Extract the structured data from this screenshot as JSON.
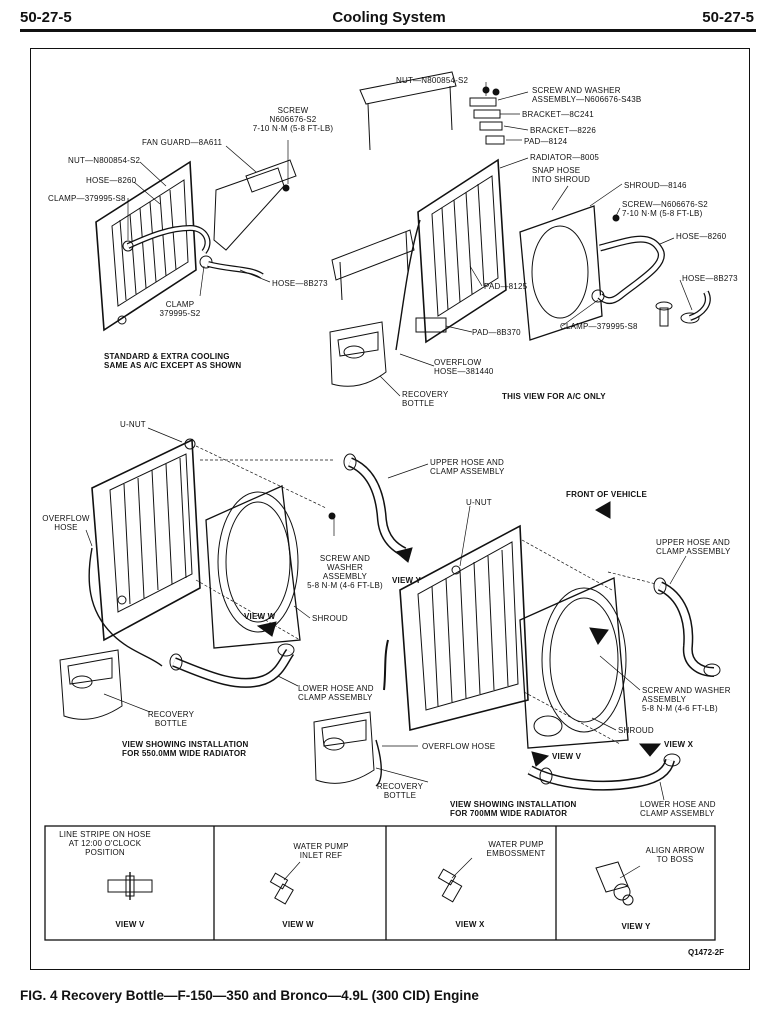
{
  "header": {
    "page_left": "50-27-5",
    "title": "Cooling System",
    "page_right": "50-27-5"
  },
  "top_left_labels": {
    "screw": "SCREW\nN606676-S2\n7-10 N·m (5-8 FT-LB)",
    "fan_guard": "FAN GUARD—8A611",
    "nut": "NUT—N800854-S2",
    "hose_8260": "HOSE—8260",
    "clamp_top": "CLAMP—379995-S8",
    "hose_8b273": "HOSE—8B273",
    "clamp_bottom": "CLAMP\n379995-S2",
    "note": "STANDARD & EXTRA COOLING\nSAME AS A/C EXCEPT AS SHOWN"
  },
  "top_right_labels": {
    "nut": "NUT—N800854-S2",
    "screw_washer": "SCREW AND WASHER\nASSEMBLY—N606676-S43B",
    "bracket_8c241": "BRACKET—8C241",
    "bracket_8226": "BRACKET—8226",
    "pad_8124": "PAD—8124",
    "radiator": "RADIATOR—8005",
    "snap_hose": "SNAP HOSE\nINTO SHROUD",
    "shroud": "SHROUD—8146",
    "screw": "SCREW—N606676-S2\n7-10 N·m (5-8 FT-LB)",
    "hose_8260": "HOSE—8260",
    "hose_8b273": "HOSE—8B273",
    "pad_8125": "PAD—8125",
    "clamp": "CLAMP—379995-S8",
    "pad_8b370": "PAD—8B370",
    "overflow_hose": "OVERFLOW\nHOSE—381440",
    "recovery_bottle": "RECOVERY\nBOTTLE",
    "view_note": "THIS VIEW FOR A/C ONLY"
  },
  "middle_left_labels": {
    "u_nut": "U-NUT",
    "upper_hose": "UPPER HOSE AND\nCLAMP ASSEMBLY",
    "overflow_hose": "OVERFLOW\nHOSE",
    "screw_washer": "SCREW AND\nWASHER\nASSEMBLY\n5-8 N·m (4-6 FT-LB)",
    "view_y": "VIEW Y",
    "view_w": "VIEW W",
    "shroud": "SHROUD",
    "lower_hose": "LOWER HOSE AND\nCLAMP ASSEMBLY",
    "recovery_bottle": "RECOVERY\nBOTTLE",
    "installation": "VIEW SHOWING INSTALLATION\nFOR 550.0mm WIDE RADIATOR"
  },
  "middle_right_labels": {
    "front_of_vehicle": "FRONT OF VEHICLE",
    "u_nut": "U-NUT",
    "upper_hose": "UPPER HOSE AND\nCLAMP ASSEMBLY",
    "screw_washer": "SCREW AND WASHER\nASSEMBLY\n5-8 N·m (4-6 FT-LB)",
    "shroud": "SHROUD",
    "overflow_hose": "OVERFLOW HOSE",
    "view_v": "VIEW V",
    "view_x": "VIEW X",
    "recovery_bottle": "RECOVERY\nBOTTLE",
    "installation": "VIEW SHOWING INSTALLATION\nFOR 700mm WIDE RADIATOR",
    "lower_hose": "LOWER HOSE AND\nCLAMP ASSEMBLY"
  },
  "detail_views": [
    {
      "note": "LINE STRIPE ON HOSE\nAT 12:00 O'CLOCK\nPOSITION",
      "title": "VIEW V"
    },
    {
      "note": "WATER PUMP\nINLET REF",
      "title": "VIEW W"
    },
    {
      "note": "WATER PUMP\nEMBOSSMENT",
      "title": "VIEW X"
    },
    {
      "note": "ALIGN ARROW\nTO BOSS",
      "title": "VIEW Y"
    }
  ],
  "figure_code": "Q1472-2F",
  "caption": "FIG. 4 Recovery Bottle—F-150—350 and Bronco—4.9L (300 CID) Engine"
}
